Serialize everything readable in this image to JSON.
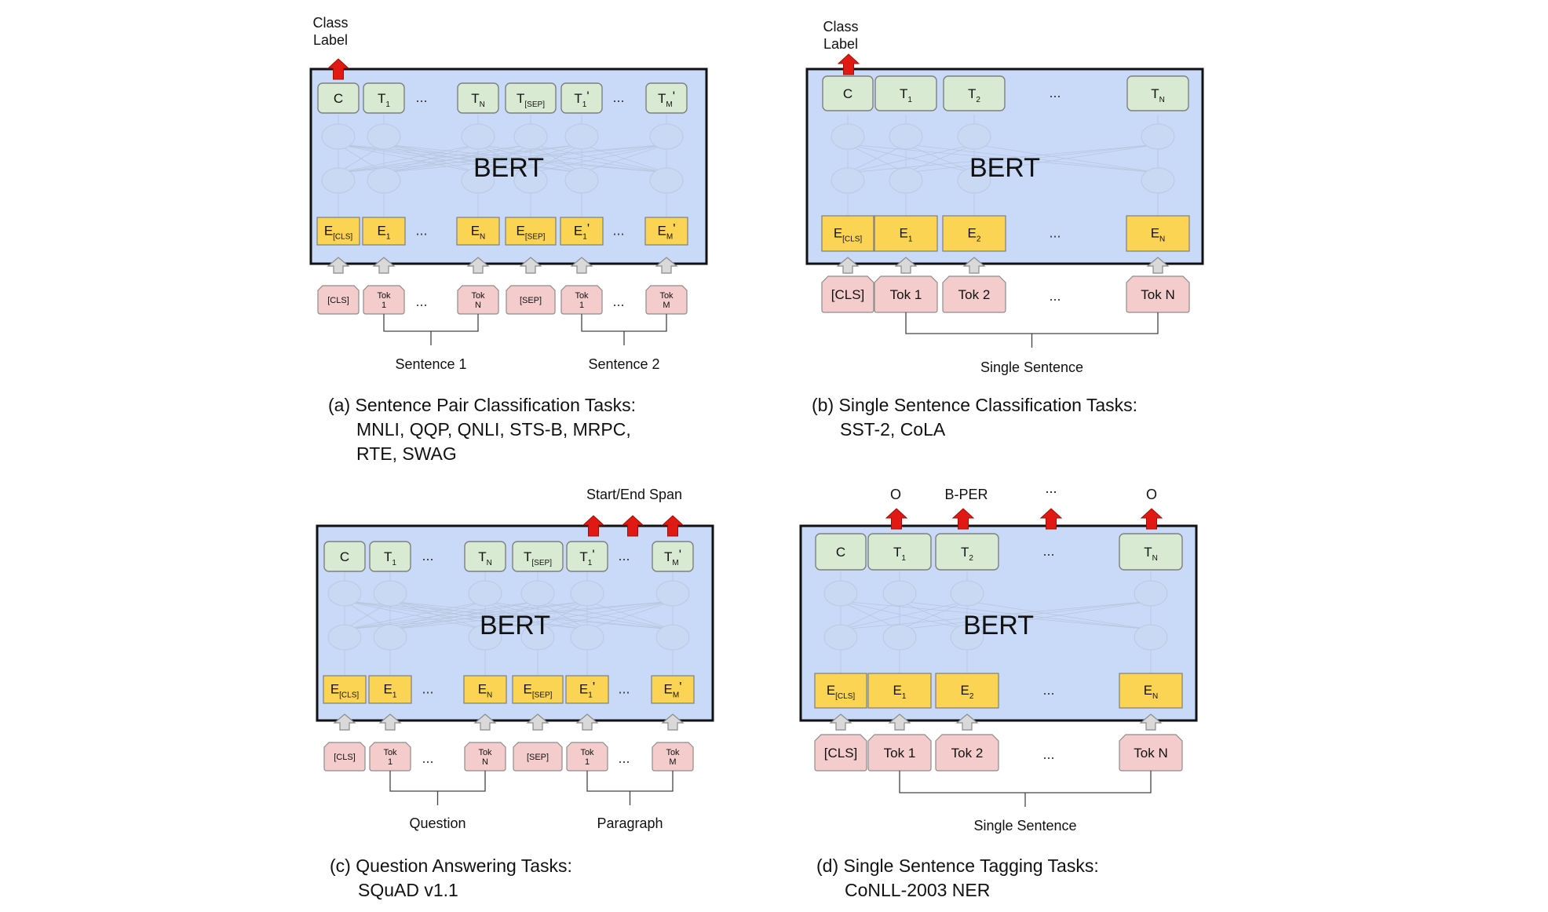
{
  "colors": {
    "bert_fill": "#c9daf8",
    "output_fill": "#d9ead3",
    "embedding_fill": "#fcd454",
    "token_fill": "#f4cccc",
    "arrow_red": "#e01a12",
    "arrow_gray": "#d9d9d9"
  },
  "panels": [
    {
      "id": "a",
      "top_label": [
        "Class",
        "Label"
      ],
      "model_label": "BERT",
      "outputs": [
        {
          "t": "C",
          "s": "",
          "p": ""
        },
        {
          "t": "T",
          "s": "1",
          "p": ""
        },
        {
          "t": "...",
          "s": "",
          "p": ""
        },
        {
          "t": "T",
          "s": "N",
          "p": ""
        },
        {
          "t": "T",
          "s": "[SEP]",
          "p": ""
        },
        {
          "t": "T",
          "s": "1",
          "p": "'"
        },
        {
          "t": "...",
          "s": "",
          "p": ""
        },
        {
          "t": "T",
          "s": "M",
          "p": "'"
        }
      ],
      "embeddings": [
        {
          "t": "E",
          "s": "[CLS]",
          "p": ""
        },
        {
          "t": "E",
          "s": "1",
          "p": ""
        },
        {
          "t": "...",
          "s": "",
          "p": ""
        },
        {
          "t": "E",
          "s": "N",
          "p": ""
        },
        {
          "t": "E",
          "s": "[SEP]",
          "p": ""
        },
        {
          "t": "E",
          "s": "1",
          "p": "'"
        },
        {
          "t": "...",
          "s": "",
          "p": ""
        },
        {
          "t": "E",
          "s": "M",
          "p": "'"
        }
      ],
      "tokens": [
        [
          "[CLS]"
        ],
        [
          "Tok",
          "1"
        ],
        [
          "..."
        ],
        [
          "Tok",
          "N"
        ],
        [
          "[SEP]"
        ],
        [
          "Tok",
          "1"
        ],
        [
          "..."
        ],
        [
          "Tok",
          "M"
        ]
      ],
      "groups": [
        "Sentence 1",
        "Sentence 2"
      ],
      "caption": [
        "(a) Sentence Pair Classification Tasks:",
        "MNLI, QQP, QNLI, STS-B, MRPC,",
        "RTE, SWAG"
      ]
    },
    {
      "id": "b",
      "top_label": [
        "Class",
        "Label"
      ],
      "model_label": "BERT",
      "outputs": [
        {
          "t": "C",
          "s": "",
          "p": ""
        },
        {
          "t": "T",
          "s": "1",
          "p": ""
        },
        {
          "t": "T",
          "s": "2",
          "p": ""
        },
        {
          "t": "...",
          "s": "",
          "p": ""
        },
        {
          "t": "T",
          "s": "N",
          "p": ""
        }
      ],
      "embeddings": [
        {
          "t": "E",
          "s": "[CLS]",
          "p": ""
        },
        {
          "t": "E",
          "s": "1",
          "p": ""
        },
        {
          "t": "E",
          "s": "2",
          "p": ""
        },
        {
          "t": "...",
          "s": "",
          "p": ""
        },
        {
          "t": "E",
          "s": "N",
          "p": ""
        }
      ],
      "tokens": [
        [
          "[CLS]"
        ],
        [
          "Tok 1"
        ],
        [
          "Tok 2"
        ],
        [
          "..."
        ],
        [
          "Tok N"
        ]
      ],
      "groups": [
        "Single Sentence"
      ],
      "caption": [
        "(b) Single Sentence Classification Tasks:",
        "SST-2, CoLA"
      ]
    },
    {
      "id": "c",
      "top_label": [
        "Start/End Span"
      ],
      "model_label": "BERT",
      "outputs": [
        {
          "t": "C",
          "s": "",
          "p": ""
        },
        {
          "t": "T",
          "s": "1",
          "p": ""
        },
        {
          "t": "...",
          "s": "",
          "p": ""
        },
        {
          "t": "T",
          "s": "N",
          "p": ""
        },
        {
          "t": "T",
          "s": "[SEP]",
          "p": ""
        },
        {
          "t": "T",
          "s": "1",
          "p": "'"
        },
        {
          "t": "...",
          "s": "",
          "p": ""
        },
        {
          "t": "T",
          "s": "M",
          "p": "'"
        }
      ],
      "embeddings": [
        {
          "t": "E",
          "s": "[CLS]",
          "p": ""
        },
        {
          "t": "E",
          "s": "1",
          "p": ""
        },
        {
          "t": "...",
          "s": "",
          "p": ""
        },
        {
          "t": "E",
          "s": "N",
          "p": ""
        },
        {
          "t": "E",
          "s": "[SEP]",
          "p": ""
        },
        {
          "t": "E",
          "s": "1",
          "p": "'"
        },
        {
          "t": "...",
          "s": "",
          "p": ""
        },
        {
          "t": "E",
          "s": "M",
          "p": "'"
        }
      ],
      "tokens": [
        [
          "[CLS]"
        ],
        [
          "Tok",
          "1"
        ],
        [
          "..."
        ],
        [
          "Tok",
          "N"
        ],
        [
          "[SEP]"
        ],
        [
          "Tok",
          "1"
        ],
        [
          "..."
        ],
        [
          "Tok",
          "M"
        ]
      ],
      "groups": [
        "Question",
        "Paragraph"
      ],
      "caption": [
        "(c) Question Answering Tasks:",
        "SQuAD v1.1"
      ]
    },
    {
      "id": "d",
      "top_label": [],
      "tag_labels": [
        "O",
        "B-PER",
        "...",
        "O"
      ],
      "model_label": "BERT",
      "outputs": [
        {
          "t": "C",
          "s": "",
          "p": ""
        },
        {
          "t": "T",
          "s": "1",
          "p": ""
        },
        {
          "t": "T",
          "s": "2",
          "p": ""
        },
        {
          "t": "...",
          "s": "",
          "p": ""
        },
        {
          "t": "T",
          "s": "N",
          "p": ""
        }
      ],
      "embeddings": [
        {
          "t": "E",
          "s": "[CLS]",
          "p": ""
        },
        {
          "t": "E",
          "s": "1",
          "p": ""
        },
        {
          "t": "E",
          "s": "2",
          "p": ""
        },
        {
          "t": "...",
          "s": "",
          "p": ""
        },
        {
          "t": "E",
          "s": "N",
          "p": ""
        }
      ],
      "tokens": [
        [
          "[CLS]"
        ],
        [
          "Tok 1"
        ],
        [
          "Tok 2"
        ],
        [
          "..."
        ],
        [
          "Tok N"
        ]
      ],
      "groups": [
        "Single Sentence"
      ],
      "caption": [
        "(d) Single Sentence Tagging Tasks:",
        "CoNLL-2003 NER"
      ]
    }
  ]
}
